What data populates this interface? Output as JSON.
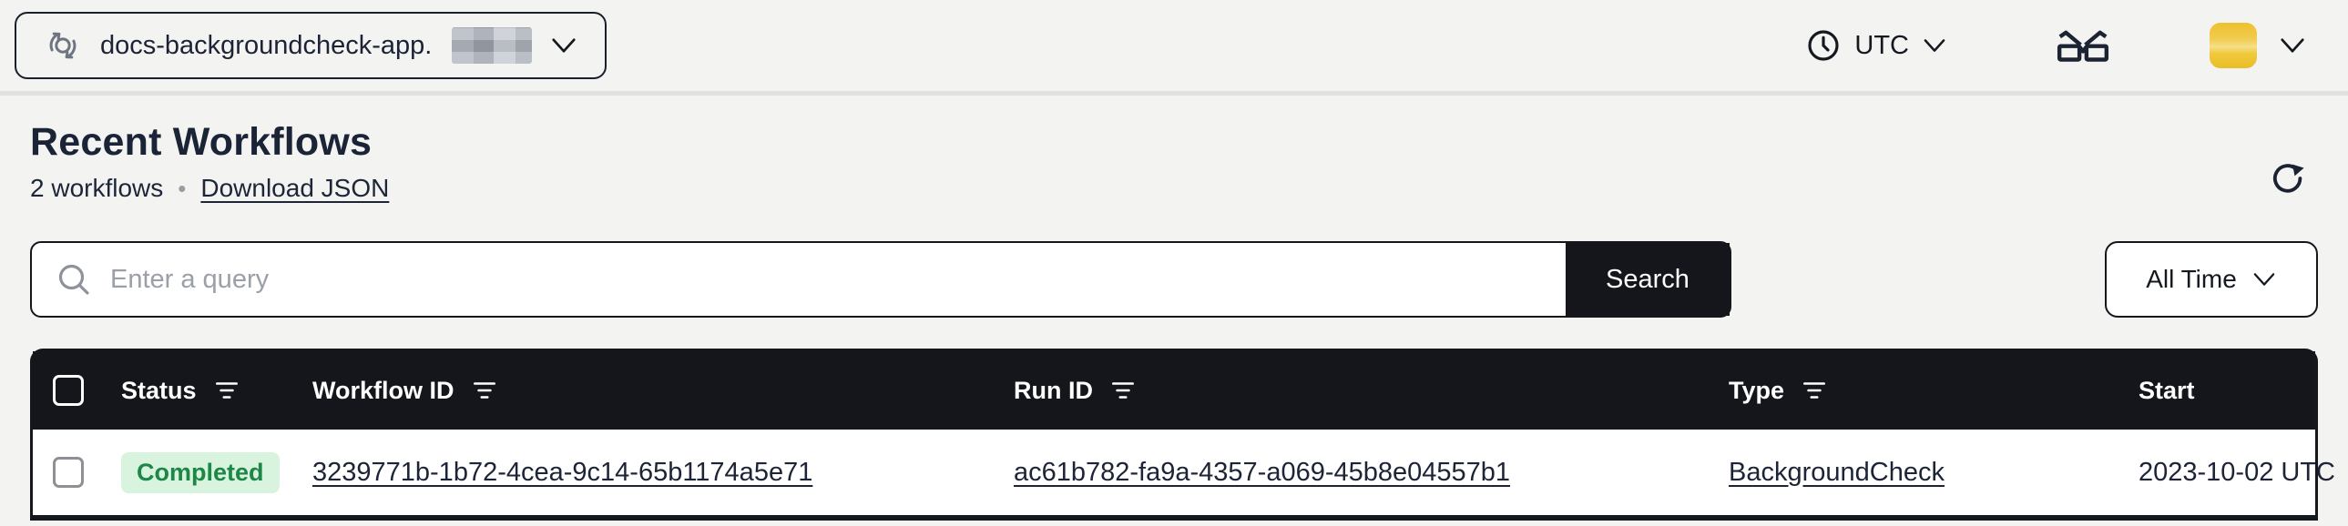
{
  "topbar": {
    "namespace": {
      "label": "docs-backgroundcheck-app.",
      "redacted_suffix": true
    },
    "timezone": {
      "label": "UTC"
    }
  },
  "page": {
    "title": "Recent Workflows",
    "count_label": "2 workflows",
    "separator": "•",
    "download_link": "Download JSON"
  },
  "search": {
    "placeholder": "Enter a query",
    "value": "",
    "button_label": "Search"
  },
  "time_filter": {
    "selected": "All Time"
  },
  "table": {
    "columns": [
      {
        "label": "Status",
        "filter": true
      },
      {
        "label": "Workflow ID",
        "filter": true
      },
      {
        "label": "Run ID",
        "filter": true
      },
      {
        "label": "Type",
        "filter": true
      },
      {
        "label": "Start",
        "filter": false
      }
    ],
    "rows": [
      {
        "status": "Completed",
        "workflow_id": "3239771b-1b72-4cea-9c14-65b1174a5e71",
        "run_id": "ac61b782-fa9a-4357-a069-45b8e04557b1",
        "type": "BackgroundCheck",
        "start": "2023-10-02 UTC"
      }
    ]
  },
  "colors": {
    "page_bg": "#f3f3f2",
    "dark": "#14161c",
    "text_navy": "#1d2436",
    "badge_bg": "#d9f4de",
    "badge_text": "#1e8747",
    "avatar_gold": "#eec636",
    "icon_gray": "#6e7480"
  }
}
